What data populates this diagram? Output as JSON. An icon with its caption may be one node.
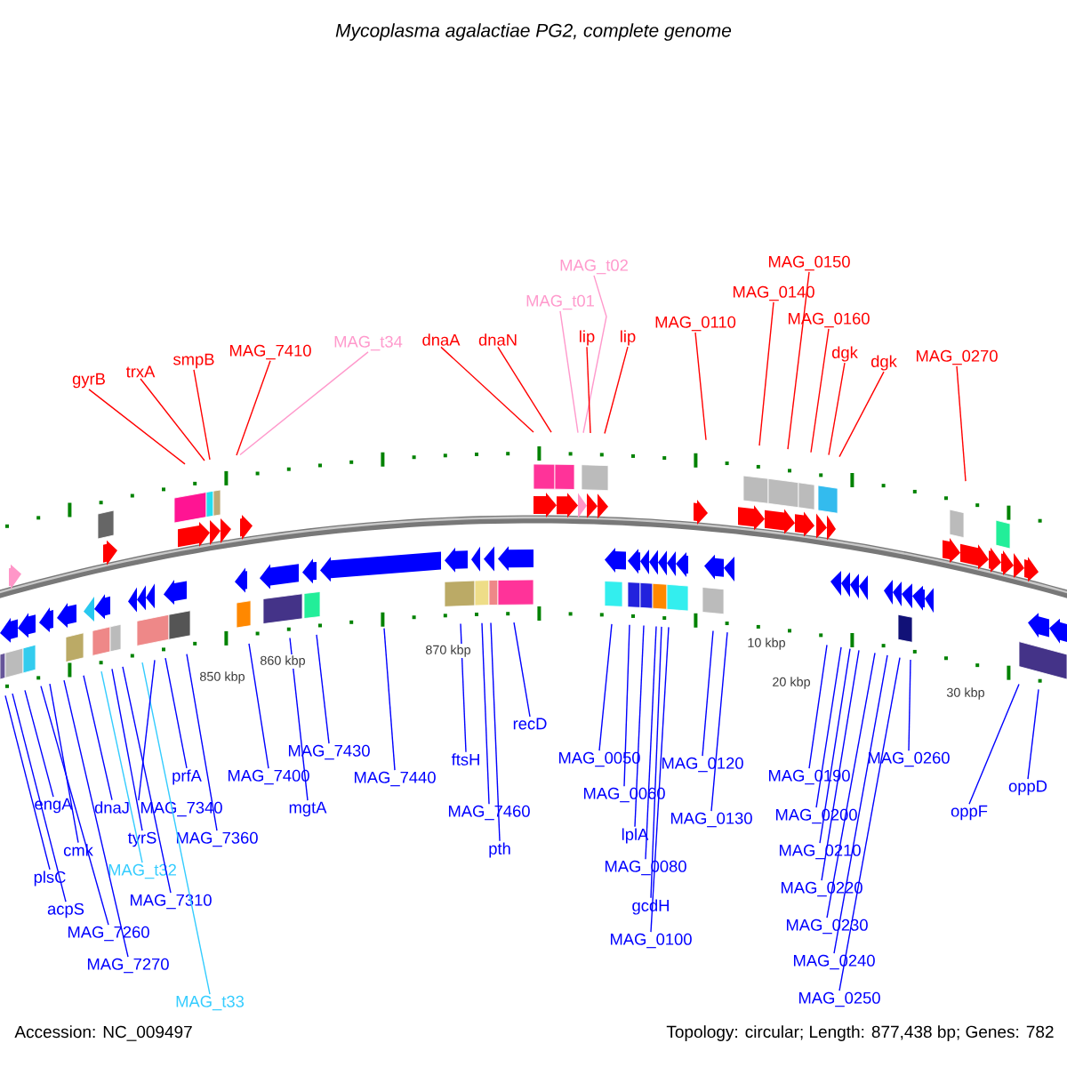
{
  "diagram": {
    "title": "Mycoplasma agalactiae PG2, complete genome",
    "nodes": [
      {
        "text": [
          "gyrB"
        ]
      },
      {
        "text": [
          "trxA"
        ]
      },
      {
        "text": [
          "smpB"
        ]
      },
      {
        "text": [
          "MAG_7410"
        ]
      },
      {
        "text": [
          "MAG_t34"
        ]
      },
      {
        "text": [
          "dnaA"
        ]
      },
      {
        "text": [
          "dnaN"
        ]
      },
      {
        "text": [
          "MAG_t02"
        ]
      },
      {
        "text": [
          "MAG_t01"
        ]
      },
      {
        "text": [
          "lip"
        ]
      },
      {
        "text": [
          "lip"
        ]
      },
      {
        "text": [
          "MAG_0110"
        ]
      },
      {
        "text": [
          "MAG_0140"
        ]
      },
      {
        "text": [
          "MAG_0150"
        ]
      },
      {
        "text": [
          "MAG_0160"
        ]
      },
      {
        "text": [
          "dgk"
        ]
      },
      {
        "text": [
          "dgk"
        ]
      },
      {
        "text": [
          "MAG_0270"
        ]
      },
      {
        "text": [
          "engA"
        ]
      },
      {
        "text": [
          "dnaJ"
        ]
      },
      {
        "text": [
          "cmk"
        ]
      },
      {
        "text": [
          "plsC"
        ]
      },
      {
        "text": [
          "acpS"
        ]
      },
      {
        "text": [
          "MAG_7260"
        ]
      },
      {
        "text": [
          "MAG_7270"
        ]
      },
      {
        "text": [
          "tyrS"
        ]
      },
      {
        "text": [
          "MAG_t32"
        ]
      },
      {
        "text": [
          "MAG_7310"
        ]
      },
      {
        "text": [
          "MAG_t33"
        ]
      },
      {
        "text": [
          "prfA"
        ]
      },
      {
        "text": [
          "MAG_7340"
        ]
      },
      {
        "text": [
          "MAG_7360"
        ]
      },
      {
        "text": [
          "MAG_7400"
        ]
      },
      {
        "text": [
          "mgtA"
        ]
      },
      {
        "text": [
          "MAG_7430"
        ]
      },
      {
        "text": [
          "MAG_7440"
        ]
      },
      {
        "text": [
          "ftsH"
        ]
      },
      {
        "text": [
          "MAG_7460"
        ]
      },
      {
        "text": [
          "pth"
        ]
      },
      {
        "text": [
          "recD"
        ]
      },
      {
        "text": [
          "MAG_0050"
        ]
      },
      {
        "text": [
          "MAG_0060"
        ]
      },
      {
        "text": [
          "lplA"
        ]
      },
      {
        "text": [
          "MAG_0080"
        ]
      },
      {
        "text": [
          "gcdH"
        ]
      },
      {
        "text": [
          "MAG_0100"
        ]
      },
      {
        "text": [
          "MAG_0120"
        ]
      },
      {
        "text": [
          "MAG_0130"
        ]
      },
      {
        "text": [
          "MAG_0190"
        ]
      },
      {
        "text": [
          "MAG_0200"
        ]
      },
      {
        "text": [
          "MAG_0210"
        ]
      },
      {
        "text": [
          "MAG_0220"
        ]
      },
      {
        "text": [
          "MAG_0230"
        ]
      },
      {
        "text": [
          "MAG_0240"
        ]
      },
      {
        "text": [
          "MAG_0250"
        ]
      },
      {
        "text": [
          "MAG_0260"
        ]
      },
      {
        "text": [
          "oppF"
        ]
      },
      {
        "text": [
          "oppD"
        ]
      }
    ],
    "edges": [
      {
        "from": 0,
        "to": null,
        "arrow": "none",
        "color": "#ff0000"
      },
      {
        "from": 1,
        "to": null,
        "arrow": "none",
        "color": "#ff0000"
      },
      {
        "from": 2,
        "to": null,
        "arrow": "none",
        "color": "#ff0000"
      },
      {
        "from": 3,
        "to": null,
        "arrow": "none",
        "color": "#ff0000"
      },
      {
        "from": 4,
        "to": null,
        "arrow": "none",
        "color": "#ff99cc"
      },
      {
        "from": 5,
        "to": null,
        "arrow": "none",
        "color": "#ff0000"
      },
      {
        "from": 6,
        "to": null,
        "arrow": "none",
        "color": "#ff0000"
      },
      {
        "from": 7,
        "to": null,
        "arrow": "none",
        "color": "#ff99cc"
      },
      {
        "from": 8,
        "to": null,
        "arrow": "none",
        "color": "#ff99cc"
      },
      {
        "from": 9,
        "to": null,
        "arrow": "none",
        "color": "#ff0000"
      },
      {
        "from": 10,
        "to": null,
        "arrow": "none",
        "color": "#ff0000"
      },
      {
        "from": 11,
        "to": null,
        "arrow": "none",
        "color": "#ff0000"
      },
      {
        "from": 12,
        "to": null,
        "arrow": "none",
        "color": "#ff0000"
      },
      {
        "from": 13,
        "to": null,
        "arrow": "none",
        "color": "#ff0000"
      },
      {
        "from": 14,
        "to": null,
        "arrow": "none",
        "color": "#ff0000"
      },
      {
        "from": 15,
        "to": null,
        "arrow": "none",
        "color": "#ff0000"
      },
      {
        "from": 16,
        "to": null,
        "arrow": "none",
        "color": "#ff0000"
      },
      {
        "from": 17,
        "to": null,
        "arrow": "none",
        "color": "#ff0000"
      },
      {
        "from": 18,
        "to": null,
        "arrow": "none"
      },
      {
        "from": 19,
        "to": null,
        "arrow": "none"
      },
      {
        "from": 20,
        "to": null,
        "arrow": "none"
      },
      {
        "from": 21,
        "to": null,
        "arrow": "none"
      },
      {
        "from": 22,
        "to": null,
        "arrow": "none"
      },
      {
        "from": 23,
        "to": null,
        "arrow": "none"
      },
      {
        "from": 24,
        "to": null,
        "arrow": "none"
      },
      {
        "from": 25,
        "to": null,
        "arrow": "none"
      },
      {
        "from": 26,
        "to": null,
        "arrow": "none",
        "color": "#33ccff"
      },
      {
        "from": 27,
        "to": null,
        "arrow": "none"
      },
      {
        "from": 28,
        "to": null,
        "arrow": "none",
        "color": "#33ccff"
      },
      {
        "from": 29,
        "to": null,
        "arrow": "none"
      },
      {
        "from": 30,
        "to": null,
        "arrow": "none"
      },
      {
        "from": 31,
        "to": null,
        "arrow": "none"
      },
      {
        "from": 32,
        "to": null,
        "arrow": "none"
      },
      {
        "from": 33,
        "to": null,
        "arrow": "none"
      },
      {
        "from": 34,
        "to": null,
        "arrow": "none"
      },
      {
        "from": 35,
        "to": null,
        "arrow": "none"
      },
      {
        "from": 36,
        "to": null,
        "arrow": "none"
      },
      {
        "from": 37,
        "to": null,
        "arrow": "none"
      },
      {
        "from": 38,
        "to": null,
        "arrow": "none"
      },
      {
        "from": 39,
        "to": null,
        "arrow": "none"
      },
      {
        "from": 40,
        "to": null,
        "arrow": "none"
      },
      {
        "from": 41,
        "to": null,
        "arrow": "none"
      },
      {
        "from": 42,
        "to": null,
        "arrow": "none"
      },
      {
        "from": 43,
        "to": null,
        "arrow": "none"
      },
      {
        "from": 44,
        "to": null,
        "arrow": "none"
      },
      {
        "from": 45,
        "to": null,
        "arrow": "none"
      },
      {
        "from": 46,
        "to": null,
        "arrow": "none"
      },
      {
        "from": 47,
        "to": null,
        "arrow": "none"
      },
      {
        "from": 48,
        "to": null,
        "arrow": "none"
      },
      {
        "from": 49,
        "to": null,
        "arrow": "none"
      },
      {
        "from": 50,
        "to": null,
        "arrow": "none"
      },
      {
        "from": 51,
        "to": null,
        "arrow": "none"
      },
      {
        "from": 52,
        "to": null,
        "arrow": "none"
      },
      {
        "from": 53,
        "to": null,
        "arrow": "none"
      },
      {
        "from": 54,
        "to": null,
        "arrow": "none"
      },
      {
        "from": 55,
        "to": null,
        "arrow": "none"
      },
      {
        "from": 56,
        "to": null,
        "arrow": "none"
      },
      {
        "from": 57,
        "to": null,
        "arrow": "none"
      }
    ],
    "labels": [
      "850 kbp",
      "860 kbp",
      "870 kbp",
      "10 kbp",
      "20 kbp",
      "30 kbp",
      "Accession: NC_009497",
      "Topology: circular; Length: 877,438 bp; Genes: 782"
    ]
  }
}
